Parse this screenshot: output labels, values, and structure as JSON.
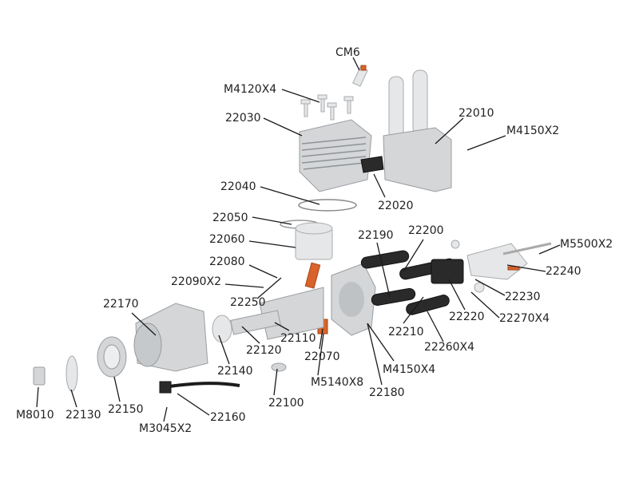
{
  "diagram": {
    "labels": {
      "cm6": "CM6",
      "m4120x4": "M4120X4",
      "p22010": "22010",
      "p22030": "22030",
      "m4150x2": "M4150X2",
      "p22040": "22040",
      "p22020": "22020",
      "p22050": "22050",
      "p22190": "22190",
      "p22200": "22200",
      "m5500x2": "M5500X2",
      "p22060": "22060",
      "p22080": "22080",
      "p22240": "22240",
      "p22090x2": "22090X2",
      "p22250": "22250",
      "p22230": "22230",
      "p22170": "22170",
      "p22220": "22220",
      "p22270x4": "22270X4",
      "p22110": "22110",
      "p22210": "22210",
      "p22120": "22120",
      "p22260x4": "22260X4",
      "p22070": "22070",
      "p22140": "22140",
      "m4150x4": "M4150X4",
      "m5140x8": "M5140X8",
      "p22180": "22180",
      "p22100": "22100",
      "m8010": "M8010",
      "p22130": "22130",
      "p22150": "22150",
      "p22160": "22160",
      "m3045x2": "M3045X2"
    }
  }
}
